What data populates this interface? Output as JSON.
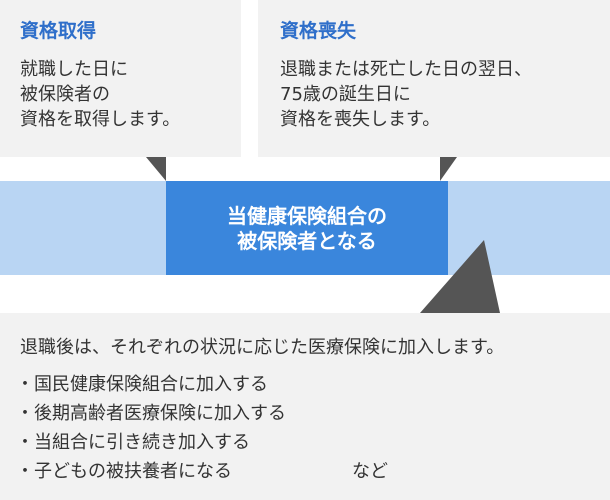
{
  "acquire": {
    "title": "資格取得",
    "lines": [
      "就職した日に",
      "被保険者の",
      "資格を取得します。"
    ]
  },
  "loss": {
    "title": "資格喪失",
    "lines": [
      "退職または死亡した日の翌日、",
      "75歳の誕生日に",
      "資格を喪失します。"
    ]
  },
  "center": {
    "lines": [
      "当健康保険組合の",
      "被保険者となる"
    ]
  },
  "after": {
    "intro": "退職後は、それぞれの状況に応じた医療保険に加入します。",
    "bullet": "・",
    "items": [
      "国民健康保険組合に加入する",
      "後期高齢者医療保険に加入する",
      "当組合に引き続き加入する",
      "子どもの被扶養者になる"
    ],
    "suffix": "など"
  },
  "colors": {
    "title": "#2f6fca",
    "box_bg": "#f2f2f2",
    "band": "#b9d5f3",
    "center": "#3a86dc",
    "pointer": "#555555"
  }
}
